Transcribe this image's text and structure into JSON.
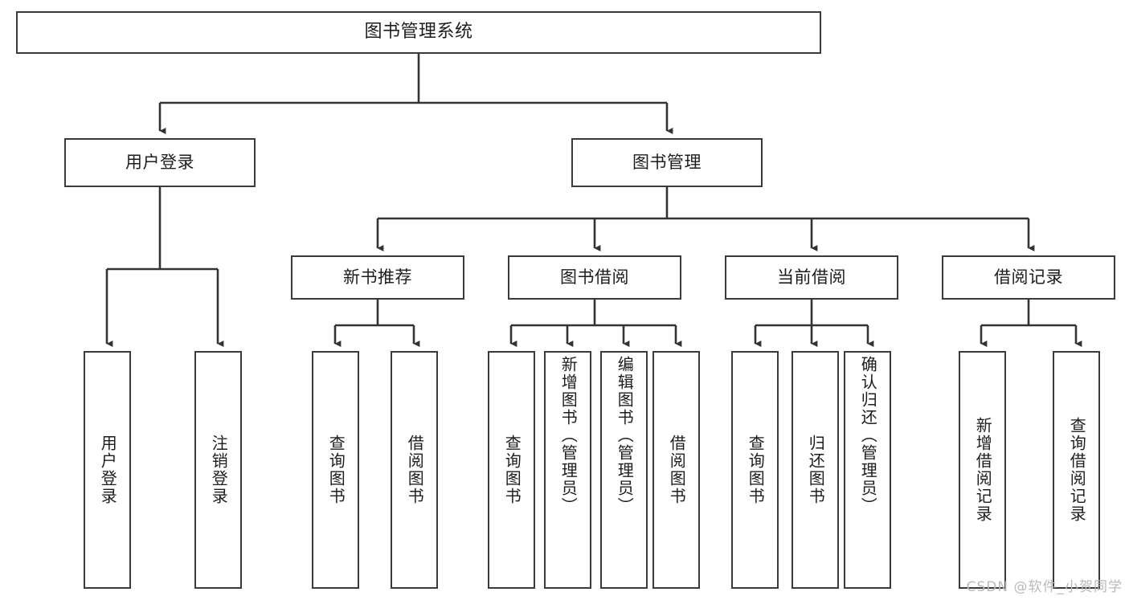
{
  "diagram": {
    "title": "图书管理系统",
    "watermark": "CSDN @软件_小贺同学",
    "colors": {
      "box_border": "#3a3a3a",
      "box_fill": "#ffffff",
      "text": "#1d1d1d",
      "edge": "#333333",
      "watermark": "#b9b9b9"
    },
    "root": {
      "label": "图书管理系统"
    },
    "level2": [
      {
        "label": "用户登录"
      },
      {
        "label": "图书管理"
      }
    ],
    "level3": [
      {
        "label": "新书推荐"
      },
      {
        "label": "图书借阅"
      },
      {
        "label": "当前借阅"
      },
      {
        "label": "借阅记录"
      }
    ],
    "leaves": {
      "user_login": [
        {
          "label": "用户登录"
        },
        {
          "label": "注销登录"
        }
      ],
      "new_book_recommend": [
        {
          "label": "查询图书"
        },
        {
          "label": "借阅图书"
        }
      ],
      "book_borrow": [
        {
          "label": "查询图书"
        },
        {
          "label": "新增图书（管理员）"
        },
        {
          "label": "编辑图书（管理员）"
        },
        {
          "label": "借阅图书"
        }
      ],
      "current_borrow": [
        {
          "label": "查询图书"
        },
        {
          "label": "归还图书"
        },
        {
          "label": "确认归还（管理员）"
        }
      ],
      "borrow_record": [
        {
          "label": "新增借阅记录"
        },
        {
          "label": "查询借阅记录"
        }
      ]
    }
  }
}
